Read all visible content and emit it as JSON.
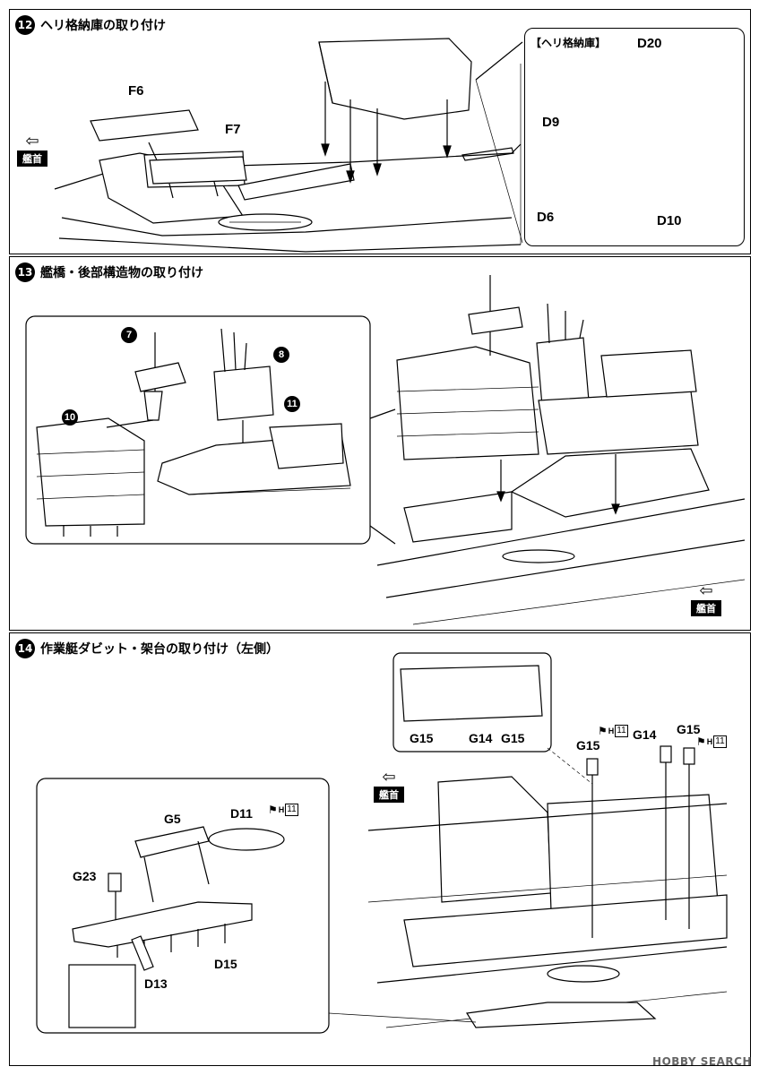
{
  "steps": [
    {
      "number": "12",
      "title": "ヘリ格納庫の取り付け",
      "bow_label": "艦首",
      "inset_title": "【ヘリ格納庫】",
      "parts": {
        "f6": "F6",
        "f7": "F7",
        "d20": "D20",
        "d9": "D9",
        "d6": "D6",
        "d10": "D10"
      }
    },
    {
      "number": "13",
      "title": "艦橋・後部構造物の取り付け",
      "bow_label": "艦首",
      "subassemblies": [
        "7",
        "8",
        "10",
        "11"
      ]
    },
    {
      "number": "14",
      "title": "作業艇ダビット・架台の取り付け（左側）",
      "bow_label": "艦首",
      "parts": {
        "g15_a": "G15",
        "g14_a": "G14",
        "g15_b": "G15",
        "g15_c": "G15",
        "g14_b": "G14",
        "g15_d": "G15",
        "g5": "G5",
        "d11": "D11",
        "g23": "G23",
        "d13": "D13",
        "d15": "D15"
      },
      "paint_refs": [
        {
          "code": "H",
          "number": "11"
        },
        {
          "code": "H",
          "number": "11"
        },
        {
          "code": "H",
          "number": "11"
        }
      ]
    }
  ],
  "watermark": "HOBBY SEARCH"
}
